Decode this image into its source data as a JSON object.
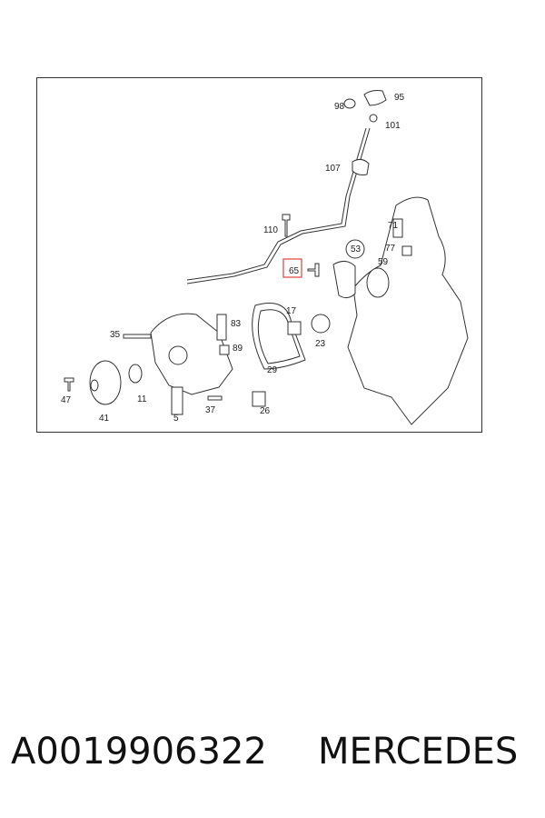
{
  "diagram": {
    "callouts": [
      "98",
      "95",
      "101",
      "107",
      "110",
      "71",
      "53",
      "77",
      "59",
      "65",
      "83",
      "17",
      "23",
      "35",
      "89",
      "29",
      "47",
      "41",
      "11",
      "5",
      "37",
      "26"
    ],
    "highlighted_callout": "65",
    "highlight_color": "#e0504a"
  },
  "caption": {
    "part_number": "A0019906322",
    "brand": "MERCEDES"
  }
}
